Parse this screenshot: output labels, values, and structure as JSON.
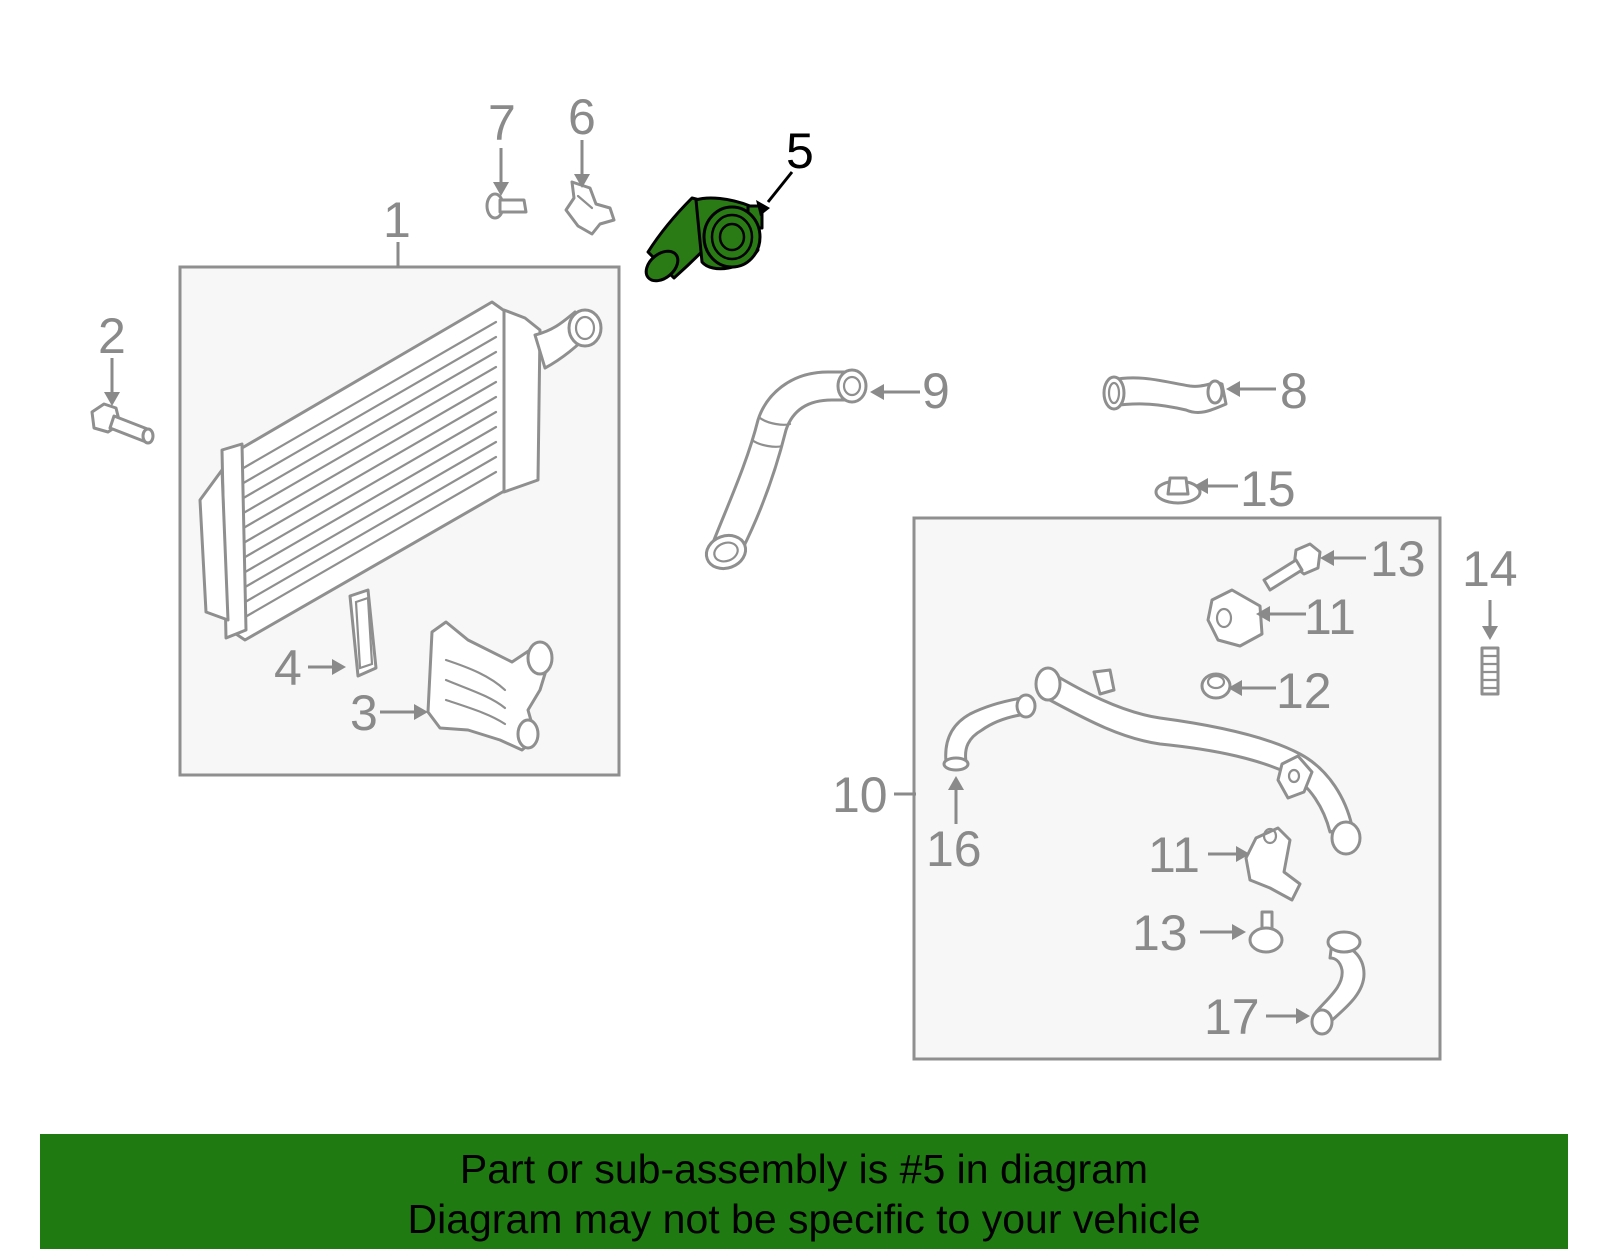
{
  "diagram": {
    "highlighted_part": "5",
    "highlight_color": "#2a7a15",
    "callouts": {
      "c1": "1",
      "c2": "2",
      "c3": "3",
      "c4": "4",
      "c5": "5",
      "c6": "6",
      "c7": "7",
      "c8": "8",
      "c9": "9",
      "c10": "10",
      "c11a": "11",
      "c11b": "11",
      "c12": "12",
      "c13a": "13",
      "c13b": "13",
      "c14": "14",
      "c15": "15",
      "c16": "16",
      "c17": "17"
    }
  },
  "banner": {
    "color": "#1f7a12",
    "line1": "Part or sub-assembly is #5 in diagram",
    "line2": "Diagram may not be specific to your vehicle"
  }
}
